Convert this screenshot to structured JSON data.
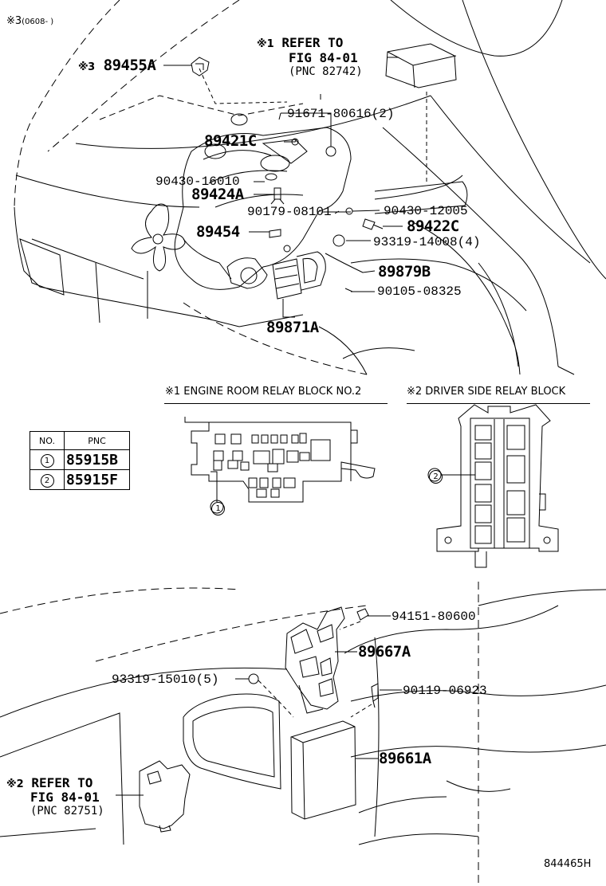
{
  "header": {
    "note3": "※3",
    "note3_date": "(0608-      )"
  },
  "refs": {
    "ref1": {
      "mark": "※1",
      "line1": "REFER TO",
      "line2": "FIG 84-01",
      "line3": "(PNC 82742)"
    },
    "ref2": {
      "mark": "※2",
      "line1": "REFER TO",
      "line2": "FIG 84-01",
      "line3": "(PNC 82751)"
    }
  },
  "parts": {
    "p89455A": {
      "mark": "※3",
      "label": "89455A"
    },
    "p91671": "91671-80616(2)",
    "p89421C": "89421C",
    "p90430_16010": "90430-16010",
    "p89424A": "89424A",
    "p90179": "90179-08101",
    "p90430_12005": "90430-12005",
    "p89422C": "89422C",
    "p89454": "89454",
    "p93319_14008": "93319-14008(4)",
    "p89879B": "89879B",
    "p90105": "90105-08325",
    "p89871A": "89871A",
    "p94151": "94151-80600",
    "p89667A": "89667A",
    "p93319_15010": "93319-15010(5)",
    "p90119": "90119-06923",
    "p89661A": "89661A"
  },
  "sections": {
    "engine_room": "※1 ENGINE ROOM RELAY BLOCK NO.2",
    "driver_side": "※2 DRIVER SIDE RELAY BLOCK"
  },
  "table": {
    "headers": [
      "NO.",
      "PNC"
    ],
    "rows": [
      {
        "no": "1",
        "pnc": "85915B"
      },
      {
        "no": "2",
        "pnc": "85915F"
      }
    ]
  },
  "callouts": {
    "c1": "1",
    "c2": "2"
  },
  "footer": {
    "drawing_id": "844465H"
  }
}
